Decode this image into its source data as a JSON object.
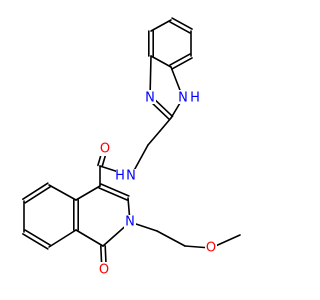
{
  "colors": {
    "bond": "#000000",
    "nitrogen": "#0000ff",
    "oxygen": "#ff0000",
    "carbon": "#000000",
    "background": "#ffffff"
  },
  "atoms": [
    {
      "id": "a1",
      "el": "C"
    },
    {
      "id": "a2",
      "el": "C"
    },
    {
      "id": "a3",
      "el": "C"
    },
    {
      "id": "a4",
      "el": "C"
    },
    {
      "id": "a5",
      "el": "C"
    },
    {
      "id": "a6",
      "el": "C"
    },
    {
      "id": "n7",
      "el": "N",
      "label": "N"
    },
    {
      "id": "c8",
      "el": "C"
    },
    {
      "id": "n9",
      "el": "N",
      "label": "H",
      "label_full": "N"
    },
    {
      "id": "c10",
      "el": "C"
    },
    {
      "id": "c11",
      "el": "C"
    },
    {
      "id": "n12",
      "el": "N",
      "label": "N",
      "hydrogen": "H"
    },
    {
      "id": "c13",
      "el": "C"
    },
    {
      "id": "o14",
      "el": "O",
      "label": "O"
    },
    {
      "id": "c15",
      "el": "C"
    },
    {
      "id": "c16",
      "el": "C"
    },
    {
      "id": "n17",
      "el": "N",
      "label": "N"
    },
    {
      "id": "c18",
      "el": "C"
    },
    {
      "id": "o19",
      "el": "O",
      "label": "O"
    },
    {
      "id": "c20",
      "el": "C"
    },
    {
      "id": "c21",
      "el": "C"
    },
    {
      "id": "c22",
      "el": "C"
    },
    {
      "id": "c23",
      "el": "C"
    },
    {
      "id": "c24",
      "el": "C"
    },
    {
      "id": "c25",
      "el": "C"
    },
    {
      "id": "c26",
      "el": "C"
    },
    {
      "id": "c27",
      "el": "C"
    },
    {
      "id": "o28",
      "el": "O",
      "label": "O"
    },
    {
      "id": "c29",
      "el": "C"
    }
  ],
  "labels": {
    "n7": "N",
    "n9": "N",
    "n9_h": "H",
    "n12": "N",
    "n12_h": "H",
    "o14": "O",
    "n17": "N",
    "o19": "O",
    "o28": "O"
  }
}
